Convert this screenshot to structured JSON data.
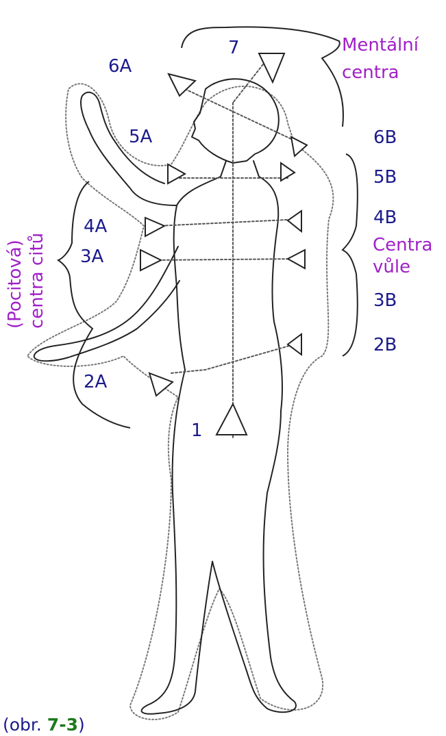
{
  "labels": {
    "c7": "7",
    "c6A": "6A",
    "c6B": "6B",
    "c5A": "5A",
    "c5B": "5B",
    "c4A": "4A",
    "c4B": "4B",
    "c3A": "3A",
    "c3B": "3B",
    "c2A": "2A",
    "c2B": "2B",
    "c1": "1"
  },
  "groups": {
    "mental_line1": "Mentální",
    "mental_line2": "centra",
    "vule_line1": "Centra",
    "vule_line2": "vůle",
    "citu_line1": "(Pocitová)",
    "citu_line2": "centra citů"
  },
  "caption": {
    "prefix": "(obr. ",
    "number": "7-3",
    "suffix": ")"
  },
  "colors": {
    "number_labels": "#1a1a8c",
    "group_labels": "#a020c8",
    "figure_number": "#1e7a1e",
    "line": "#222222"
  }
}
